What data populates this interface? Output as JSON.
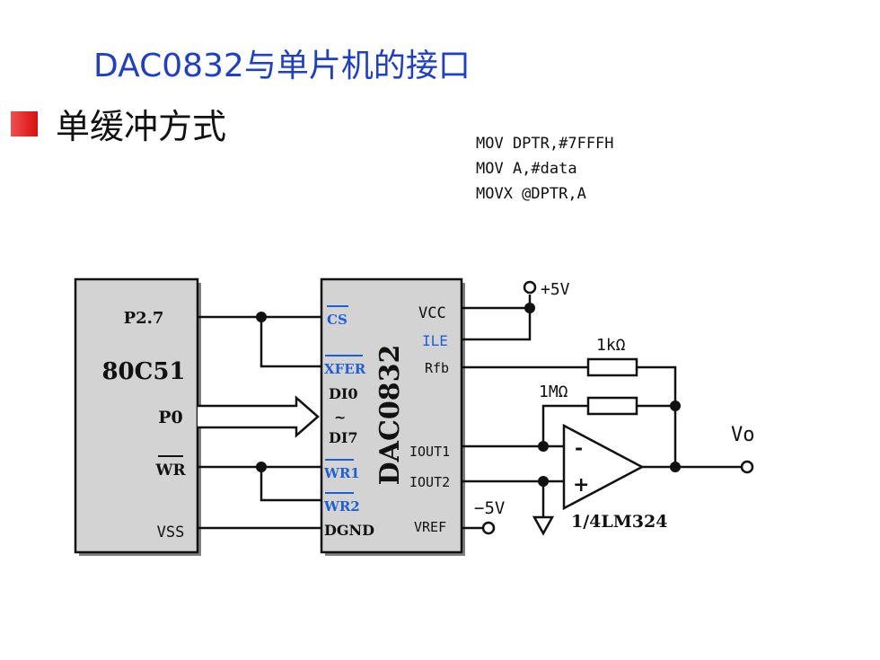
{
  "slide": {
    "title": "DAC0832与单片机的接口",
    "bullet": "单缓冲方式",
    "code_lines": [
      "MOV DPTR,#7FFFH",
      "MOV A,#data",
      "MOVX @DPTR,A"
    ]
  },
  "circuit": {
    "mcu": {
      "name": "80C51",
      "pins": {
        "p27": "P2.7",
        "p0": "P0",
        "wr": "WR",
        "vss": "VSS"
      }
    },
    "dac": {
      "name": "DAC0832",
      "left_pins": {
        "cs": "CS",
        "xfer": "XFER",
        "di0": "DI0",
        "tilde": "~",
        "di7": "DI7",
        "wr1": "WR1",
        "wr2": "WR2",
        "dgnd": "DGND"
      },
      "right_pins": {
        "vcc": "VCC",
        "ile": "ILE",
        "rfb": "Rfb",
        "iout1": "IOUT1",
        "iout2": "IOUT2",
        "vref": "VREF"
      }
    },
    "supply_pos": "+5V",
    "supply_neg": "−5V",
    "resistors": {
      "r1": "1kΩ",
      "r2": "1MΩ"
    },
    "opamp": {
      "name": "1/4LM324",
      "minus": "-",
      "plus": "+"
    },
    "output": "Vo"
  }
}
